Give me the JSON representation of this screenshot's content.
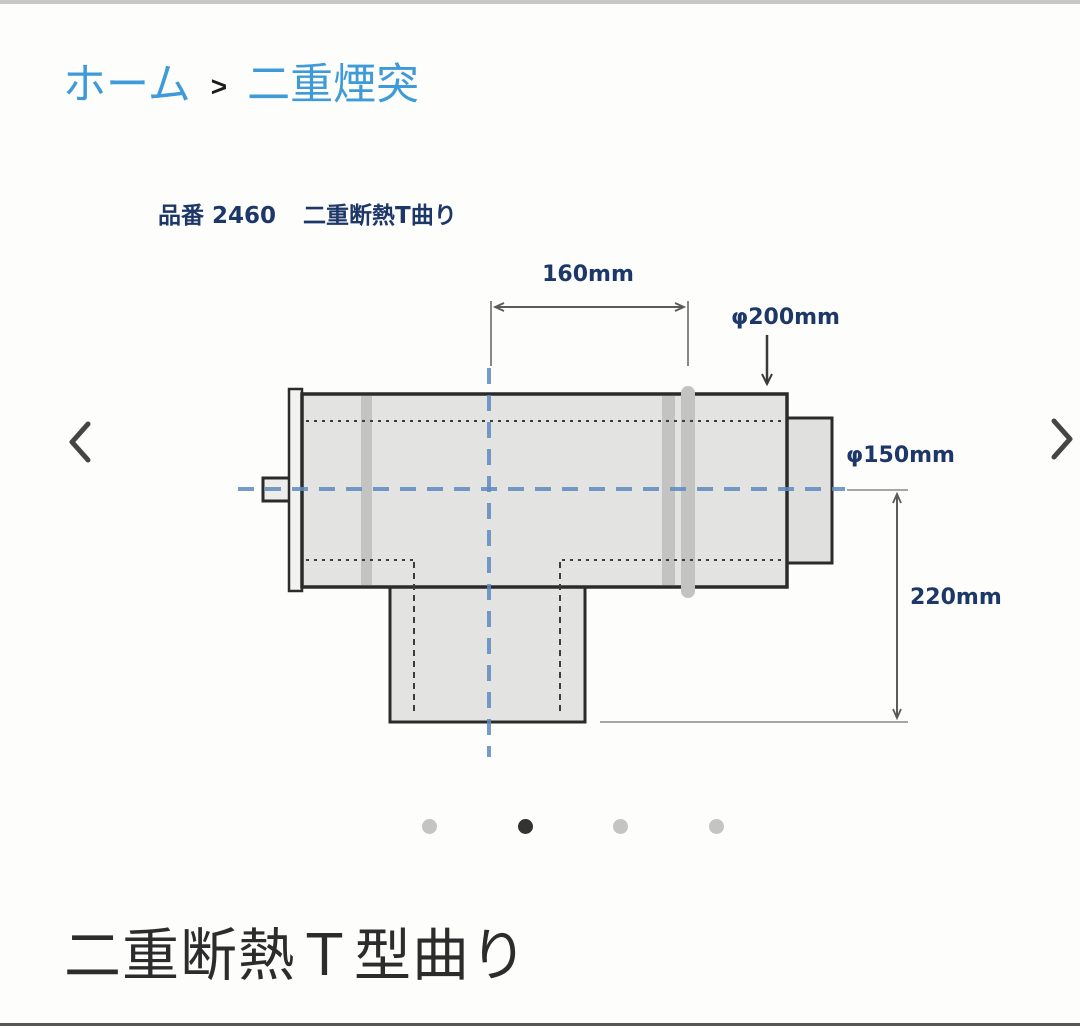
{
  "breadcrumb": {
    "home": "ホーム",
    "separator": ">",
    "category": "二重煙突"
  },
  "figure_label": {
    "part_number_text": "品番 2460",
    "part_name": "二重断熱T曲り"
  },
  "dimensions": {
    "offset": "160mm",
    "outer_diameter": "φ200mm",
    "inner_diameter": "φ150mm",
    "drop": "220mm"
  },
  "carousel": {
    "dot_count": 4,
    "active_dot_index": 2,
    "prev_icon": "chevron-left-icon",
    "next_icon": "chevron-right-icon"
  },
  "product": {
    "title": "二重断熱Ｔ型曲り"
  },
  "colors": {
    "breadcrumb_link": "#3f9bd7",
    "label_navy": "#1d3768",
    "diagram_outline": "#2b2b2b",
    "diagram_fill": "#e3e3e1",
    "band_gray": "#c3c3c1",
    "centerline_blue": "#5e8cc0",
    "dimension_gray": "#5a5a5a",
    "dot_active": "#333333",
    "dot_inactive": "#c4c4c4",
    "top_bar": "#c7c7c7",
    "bottom_divider": "#565656"
  }
}
